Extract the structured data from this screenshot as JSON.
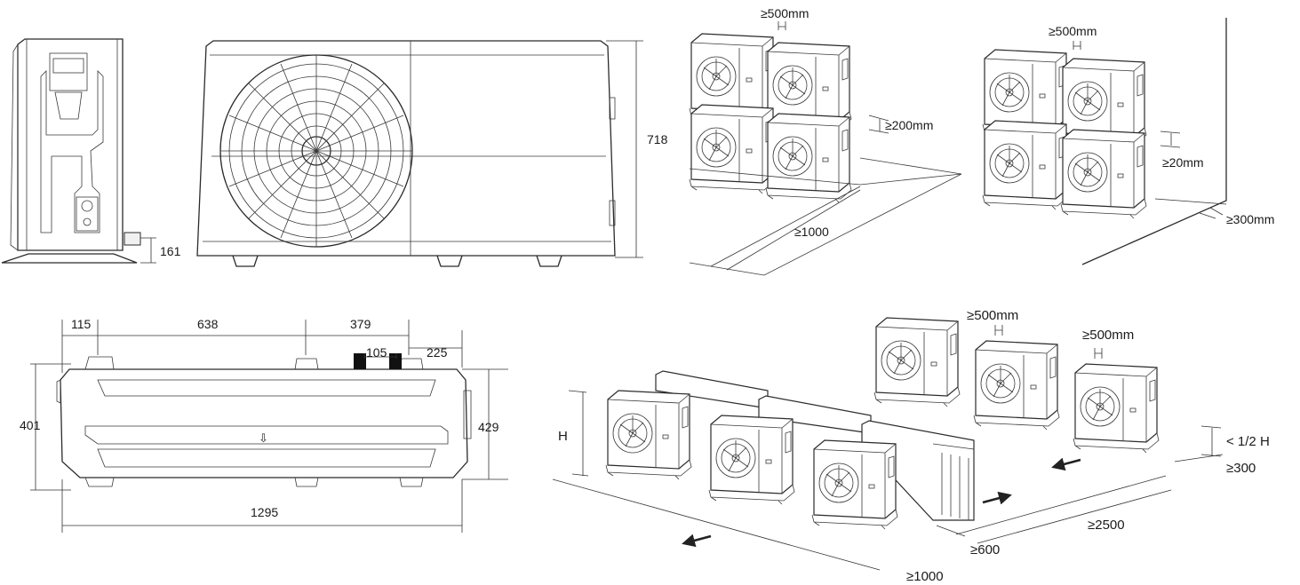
{
  "dimensions": {
    "side_height": "161",
    "front_height": "718",
    "top_115": "115",
    "top_638": "638",
    "top_379": "379",
    "top_105": "105",
    "top_225": "225",
    "top_401": "401",
    "top_429": "429",
    "top_1295": "1295"
  },
  "clearances": {
    "stack_left_top": "≥500mm",
    "stack_left_mid": "≥200mm",
    "stack_left_front": "≥1000",
    "stack_right_top": "≥500mm",
    "stack_right_mid": "≥20mm",
    "stack_right_wall": "≥300mm",
    "rows_gap_1": "≥500mm",
    "rows_gap_2": "≥500mm",
    "rows_height": "H",
    "rows_half_h": "< 1/2 H",
    "rows_300": "≥300",
    "rows_2500": "≥2500",
    "rows_600": "≥600",
    "rows_1000": "≥1000"
  }
}
